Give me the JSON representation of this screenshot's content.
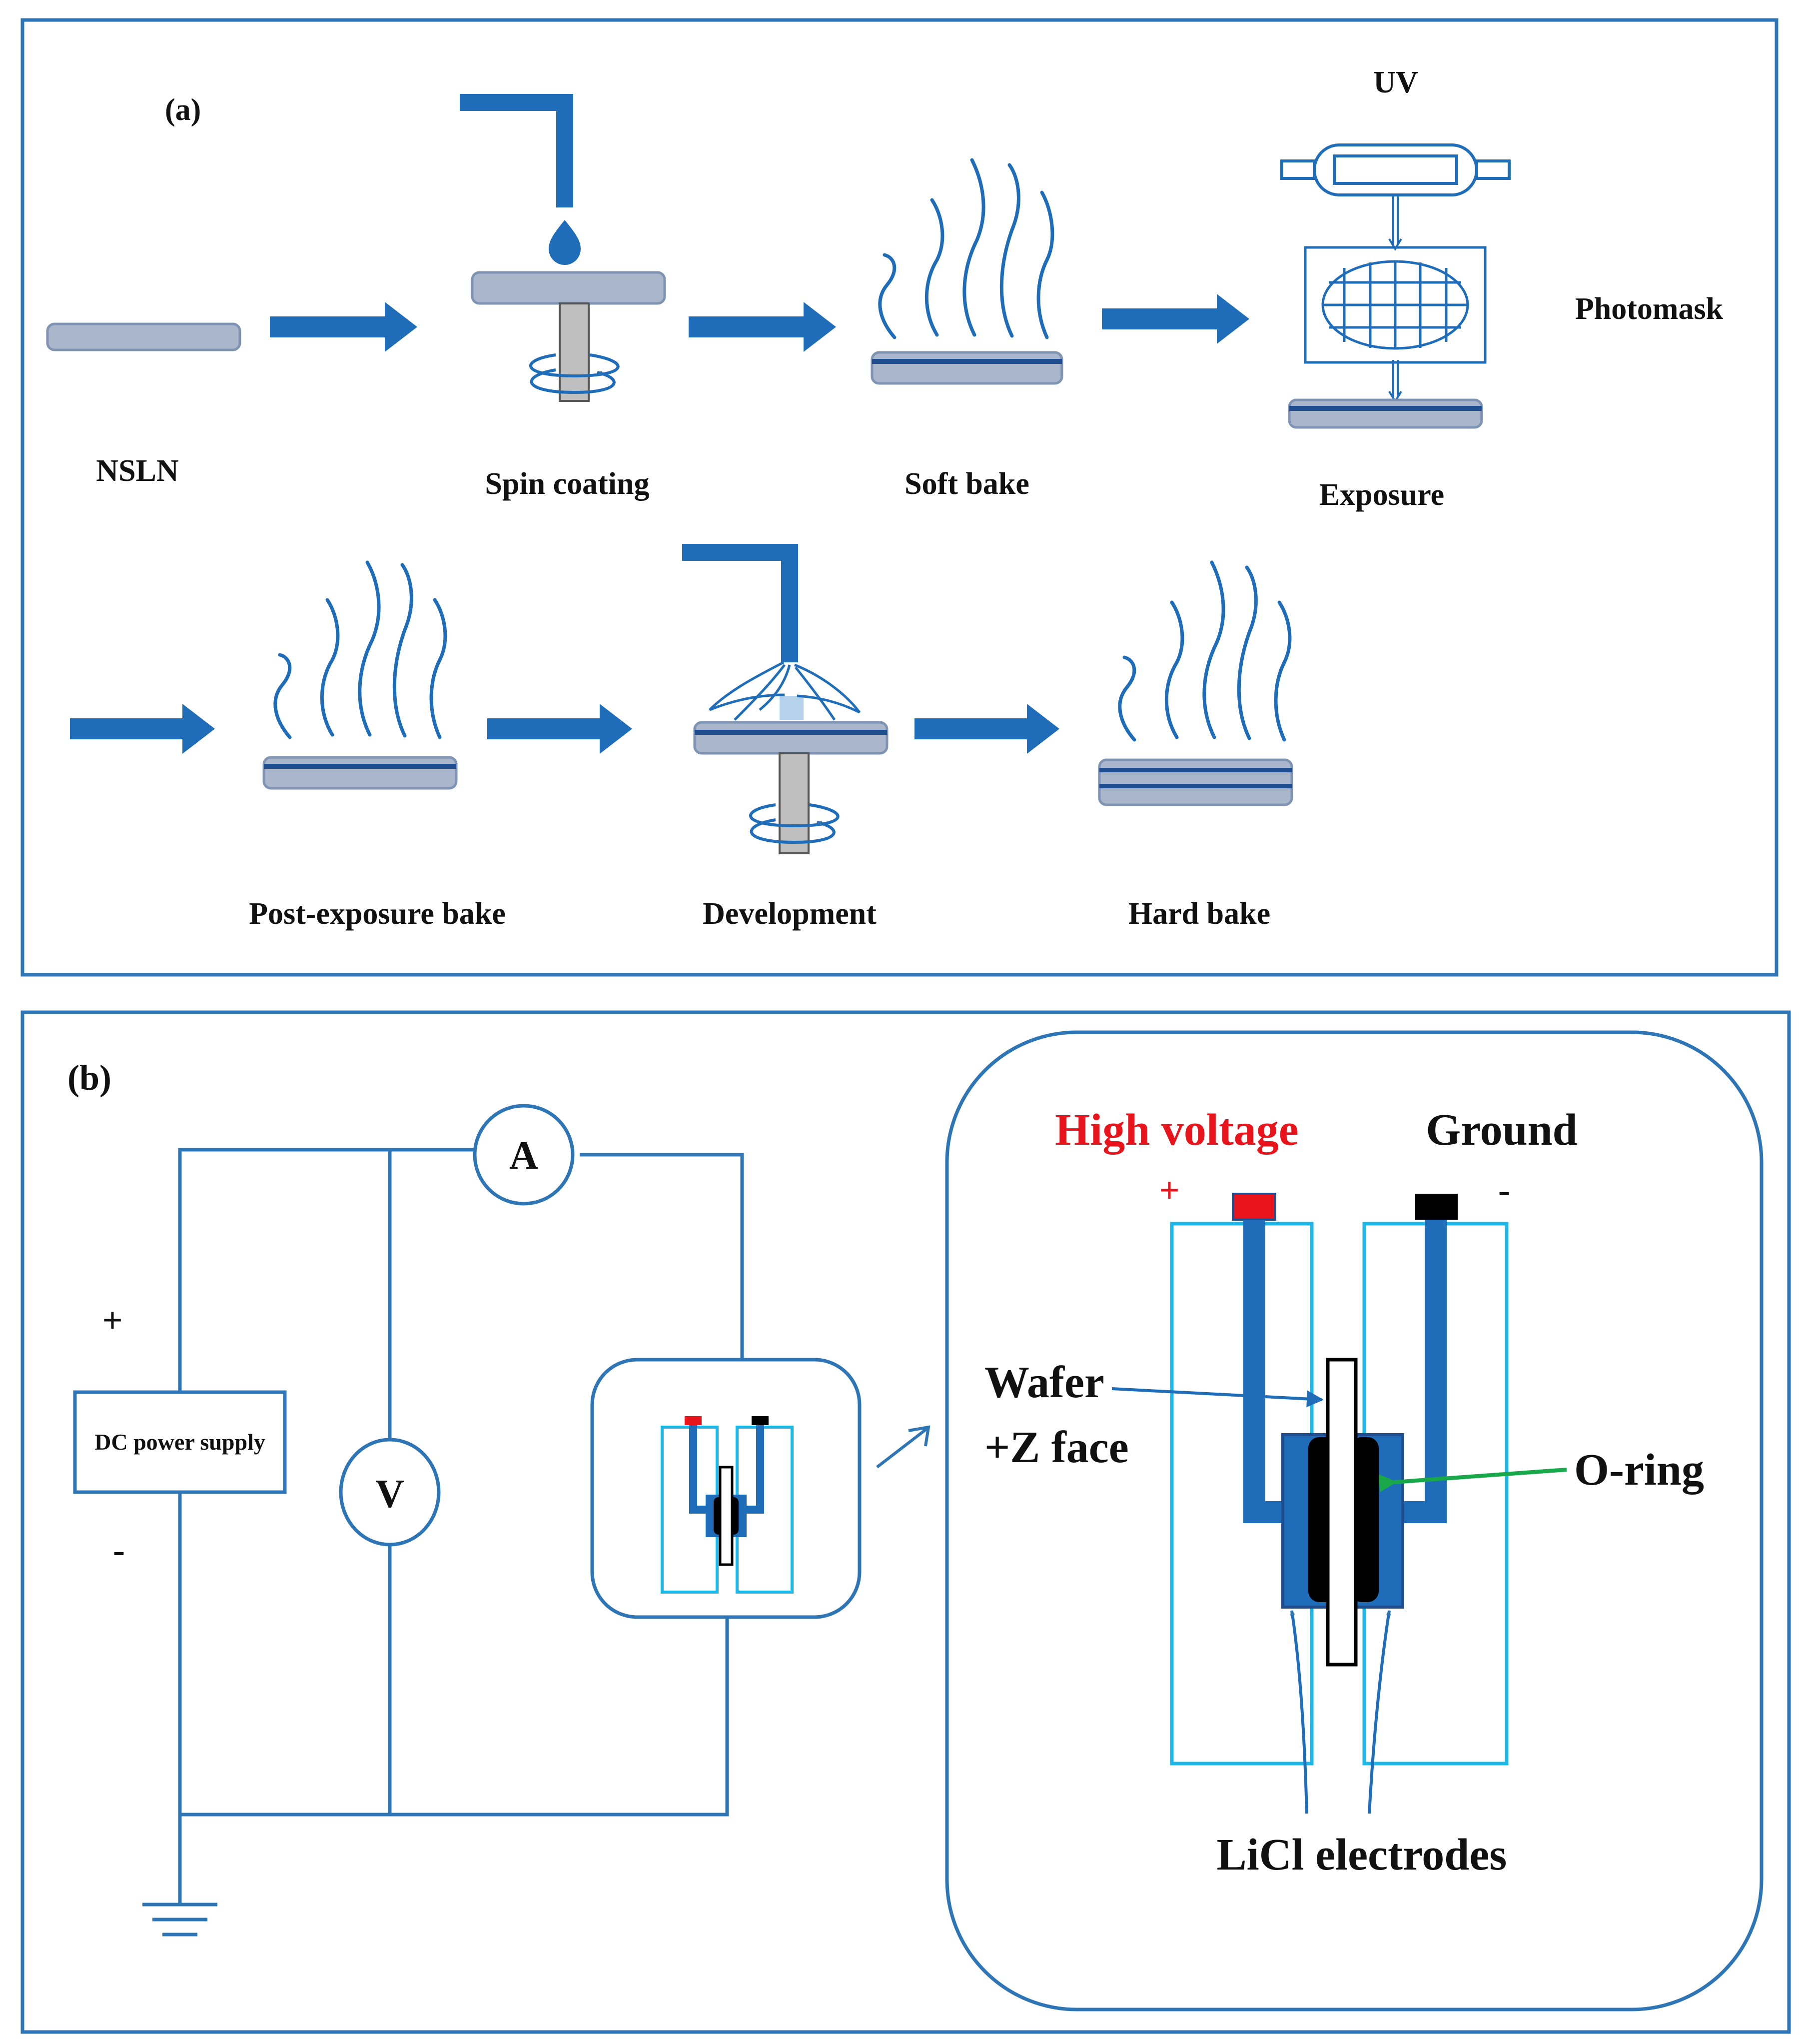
{
  "colors": {
    "frame": "#2E75B6",
    "blue": "#1F6DB8",
    "wafer_fill": "#A9B6CC",
    "wafer_edge": "#7F93B3",
    "post": "#BFBFBF",
    "cyan": "#1FB7E8",
    "red": "#E8141B",
    "green": "#18A84A",
    "black": "#000000"
  },
  "panel_a": {
    "label": "(a)",
    "steps": {
      "nsln": "NSLN",
      "spin_coating": "Spin coating",
      "soft_bake": "Soft bake",
      "exposure": "Exposure",
      "uv": "UV",
      "photomask": "Photomask",
      "post_exposure_bake": "Post-exposure bake",
      "development": "Development",
      "hard_bake": "Hard bake"
    }
  },
  "panel_b": {
    "label": "(b)",
    "circuit": {
      "plus": "+",
      "minus": "-",
      "power_supply": "DC power supply",
      "ammeter": "A",
      "voltmeter": "V"
    },
    "detail": {
      "high_voltage": "High voltage",
      "ground": "Ground",
      "plus": "+",
      "minus": "-",
      "wafer_line1": "Wafer",
      "wafer_line2": "+Z face",
      "o_ring": "O-ring",
      "licl": "LiCl electrodes"
    }
  }
}
